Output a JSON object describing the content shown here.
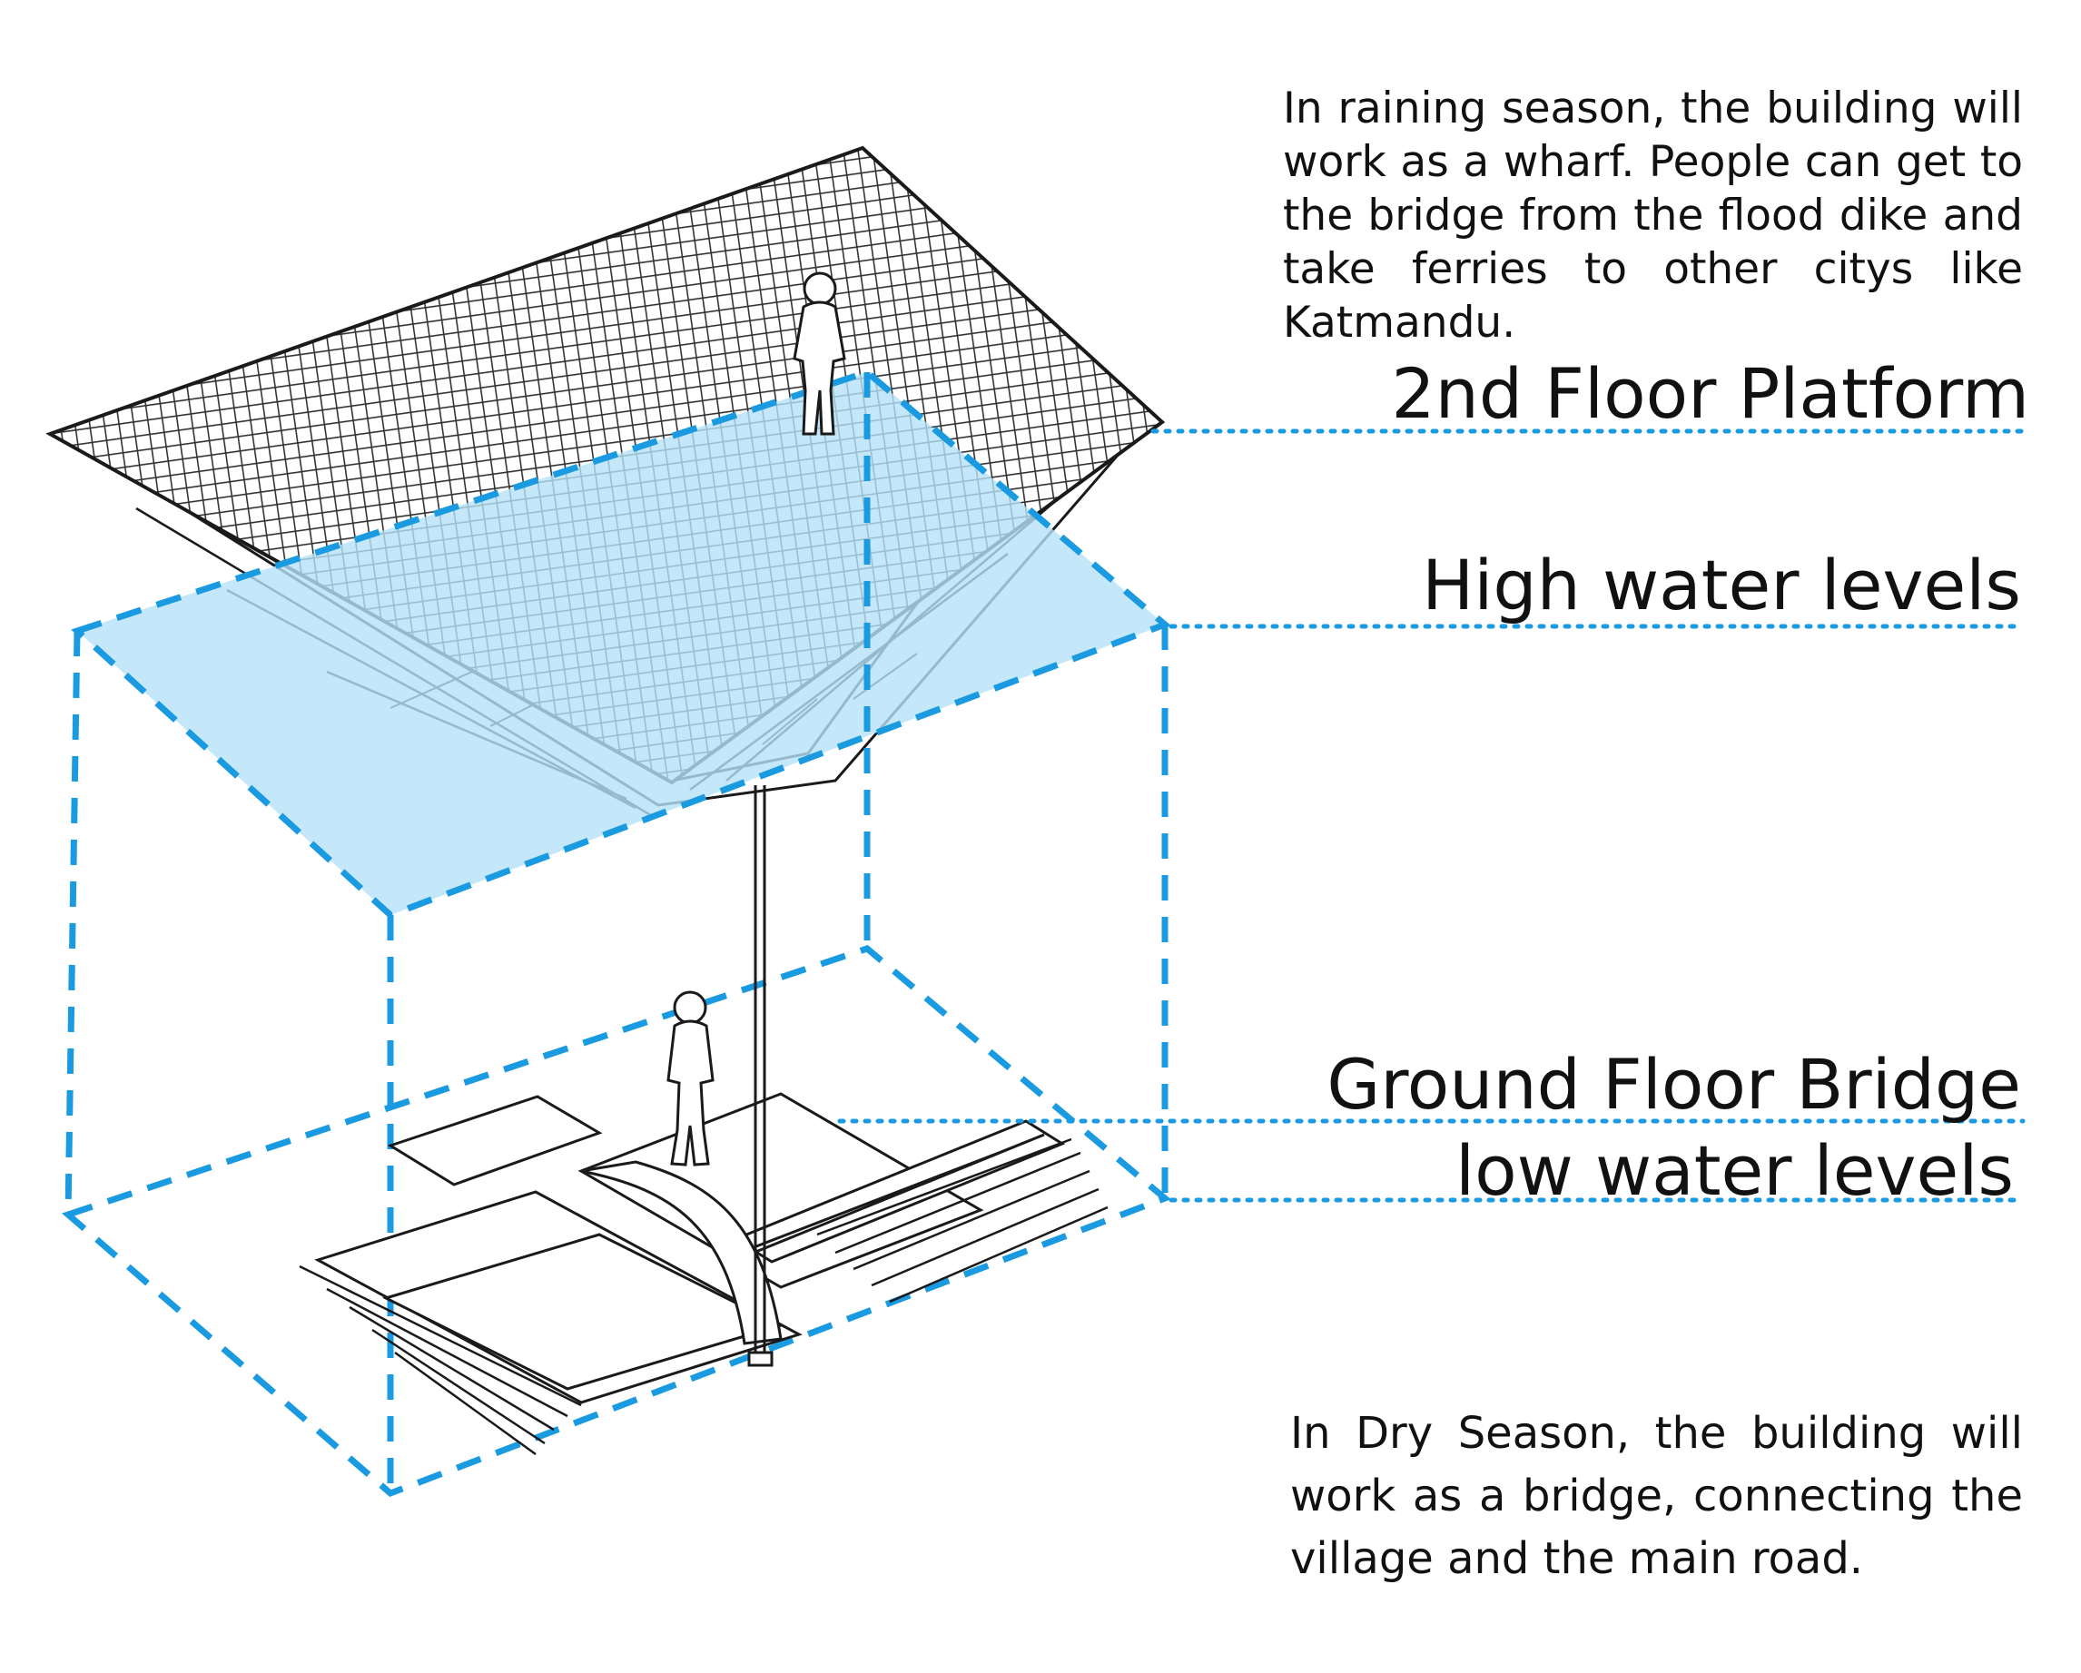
{
  "annotations": {
    "rainy_season": "In raining season, the building will work as a wharf. People can get to the bridge from the flood dike and take ferries to other citys like Katmandu.",
    "dry_season": "In Dry Season, the building will work as a bridge, connecting the village and the main road."
  },
  "levels": {
    "platform": "2nd Floor Platform",
    "high_water": "High water levels",
    "ground_bridge": "Ground Floor Bridge",
    "low_water": "low water levels"
  },
  "colors": {
    "water_fill": "#b5e2f7",
    "guide_blue": "#1a9ae0",
    "line_dark": "#1a1a1a"
  }
}
